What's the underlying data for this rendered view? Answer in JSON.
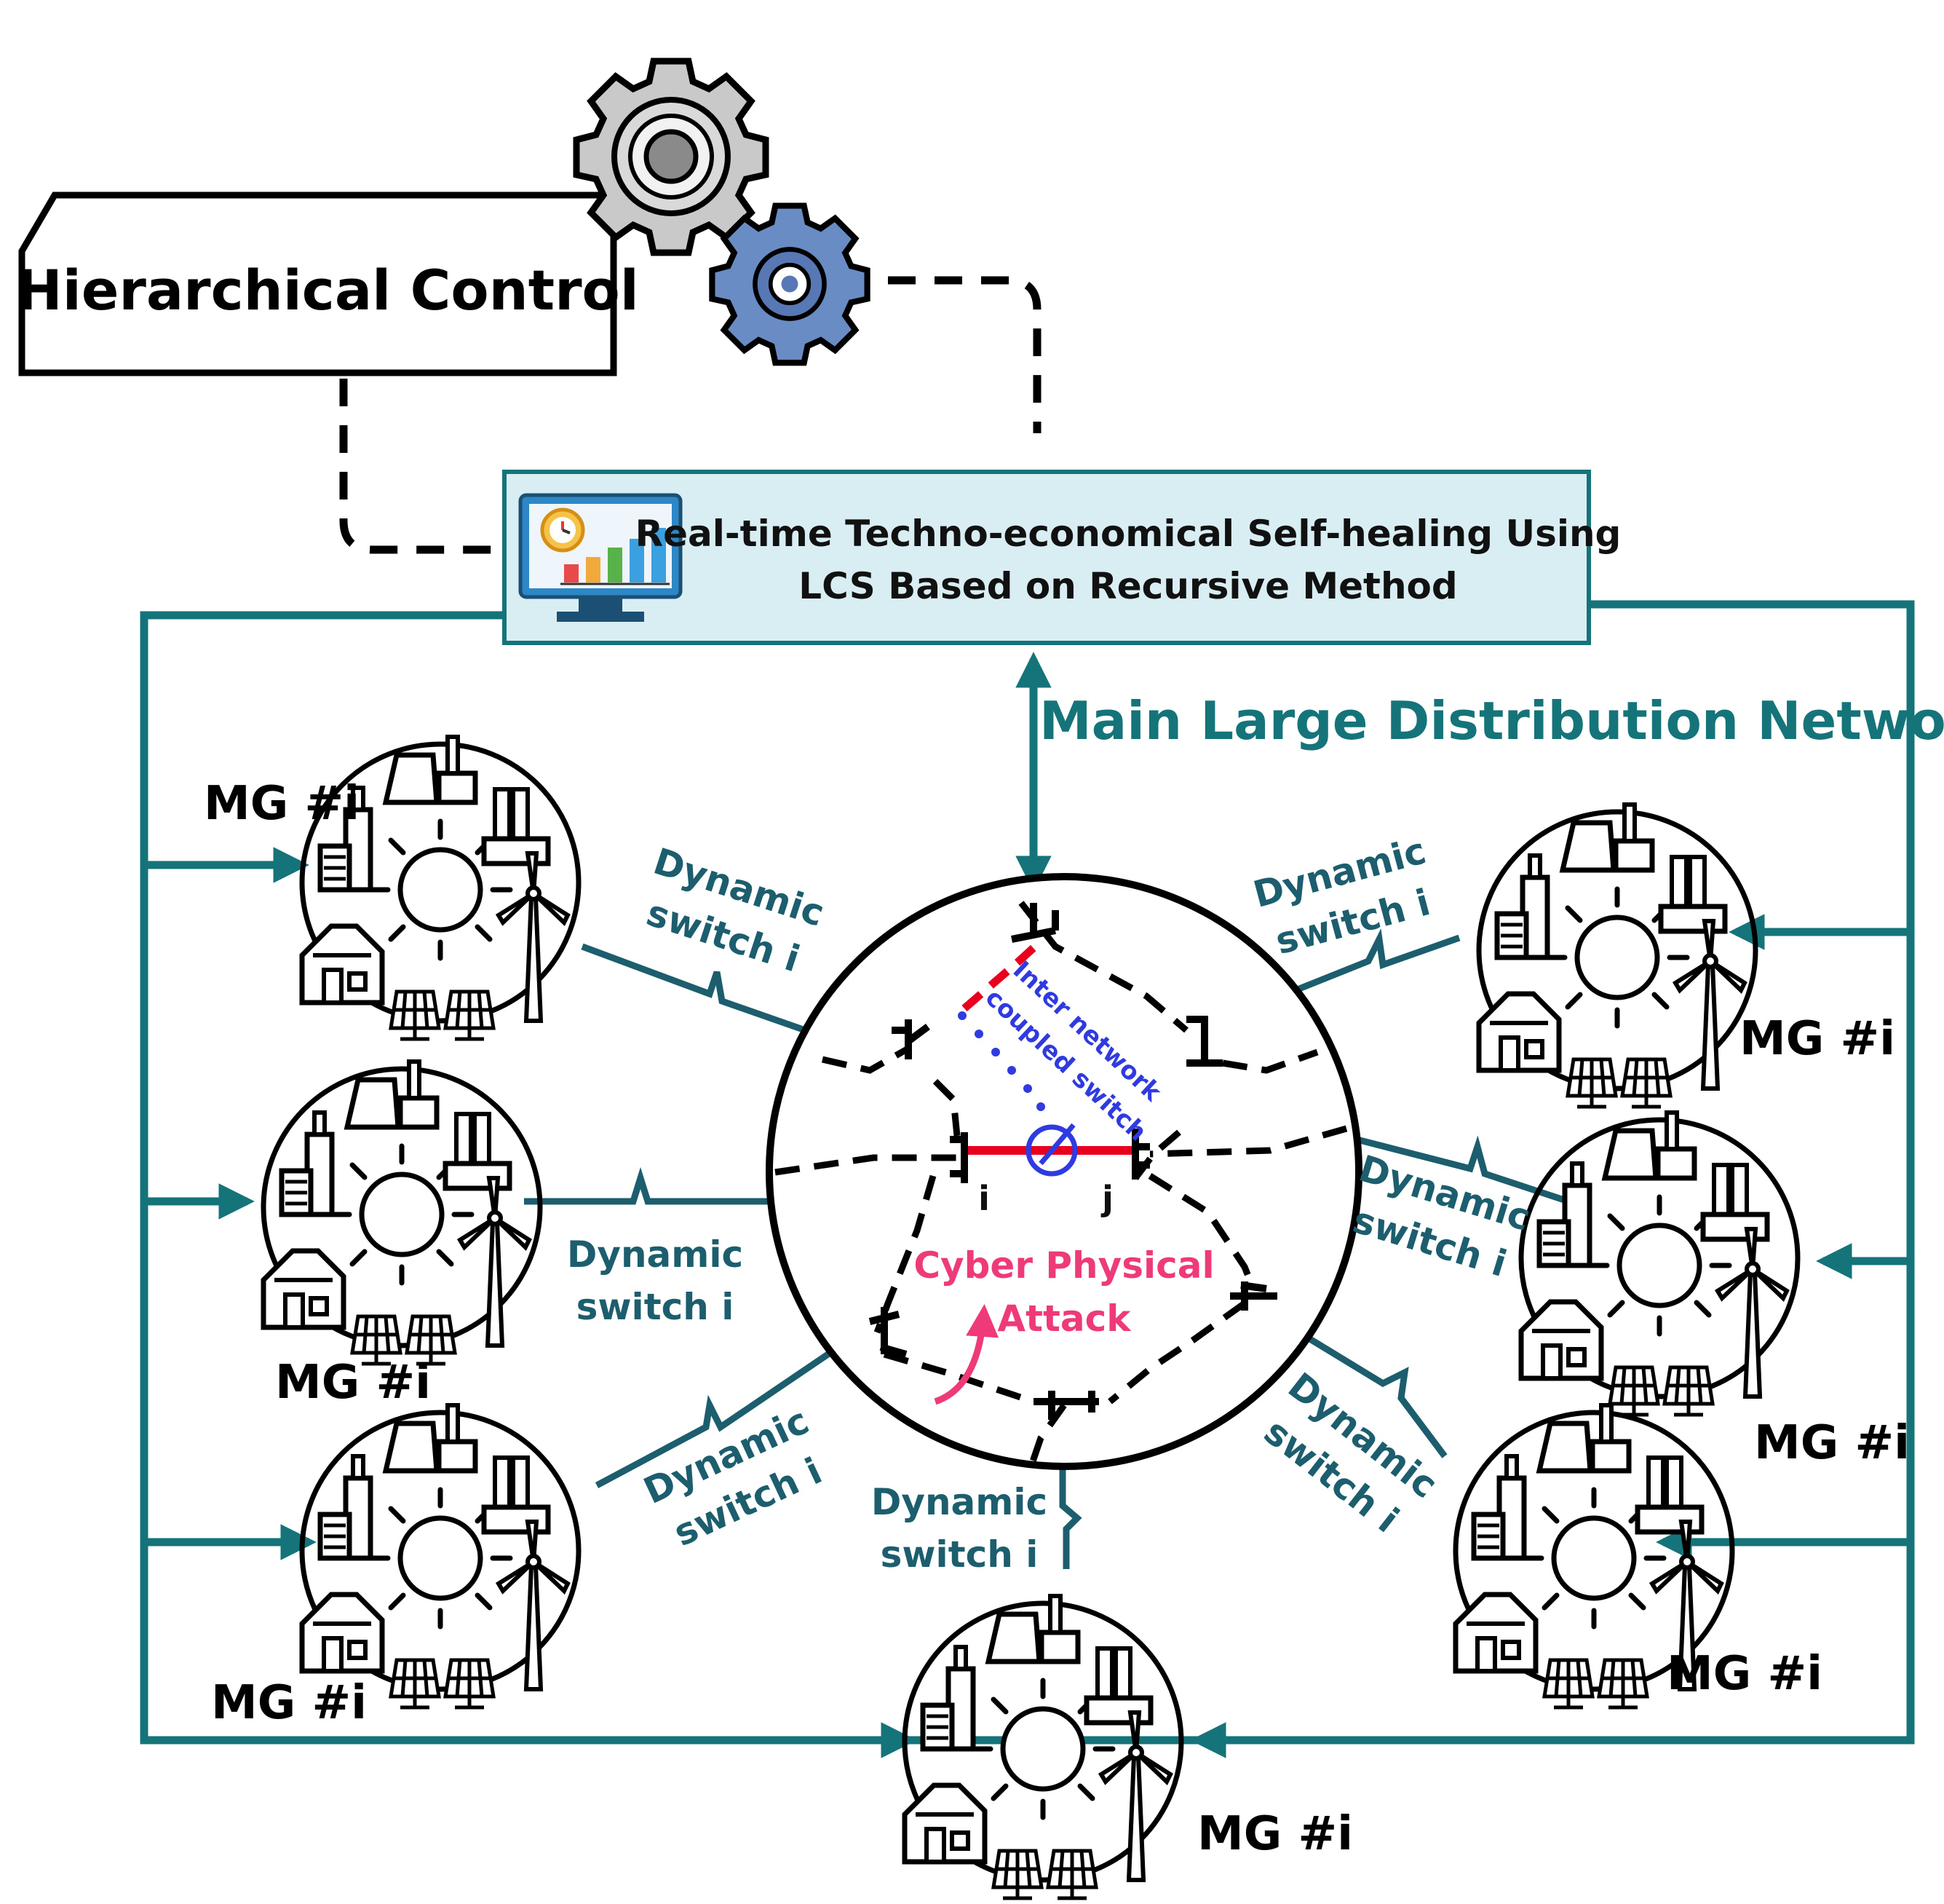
{
  "hierarchical_control": {
    "label": "Hierarchical Control"
  },
  "self_healing": {
    "line1": "Real-time Techno-economical Self-healing Using",
    "line2": "LCS Based on Recursive Method"
  },
  "main_network": {
    "label": "Main Large Distribution Network"
  },
  "center": {
    "inter_line1": "Inter network",
    "inter_line2": "coupled switch",
    "cyber_line1": "Cyber Physical",
    "cyber_line2": "Attack",
    "node_i": "i",
    "node_j": "j"
  },
  "microgrid_label": "MG #i",
  "switch_line1": "Dynamic",
  "switch_line2": "switch i",
  "colors": {
    "teal": "#14747a",
    "teal_text": "#1d5e6e",
    "red": "#e8001c",
    "blue": "#2f3ae0",
    "pink": "#ee3a78",
    "panel": "#d8eef3"
  },
  "icons": [
    "gear-icon",
    "monitor-chart-icon",
    "microgrid-icon",
    "switch-icon",
    "arrow-icon"
  ]
}
